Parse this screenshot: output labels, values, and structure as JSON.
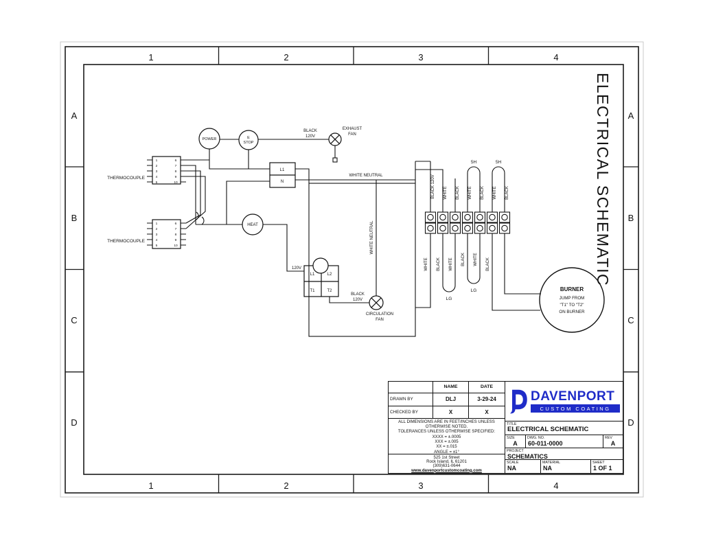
{
  "sheet": {
    "zone_cols": [
      "1",
      "2",
      "3",
      "4"
    ],
    "zone_rows": [
      "A",
      "B",
      "C",
      "D"
    ],
    "side_title": "ELECTRICAL SCHEMATIC"
  },
  "labels": {
    "power": "POWER",
    "estop1": "E",
    "estop2": "STOP",
    "exhaust1": "EXHAUST",
    "exhaust2": "FAN",
    "feed_black": "BLACK",
    "feed_120v": "120V",
    "thermocouple": "THERMOCOUPLE",
    "heat": "HEAT",
    "relay_l1": "L1",
    "relay_n": "N",
    "white_neutral": "WHITE NEUTRAL",
    "ctl_volt": "120V",
    "ctl_l1": "L1",
    "ctl_l2": "L2",
    "ctl_t1": "T1",
    "ctl_t2": "T2",
    "circ_black": "BLACK",
    "circ_120v": "120V",
    "circ1": "CIRCULATION",
    "circ2": "FAN",
    "burner_title": "BURNER",
    "burner_line1": "JUMP FROM",
    "burner_line2": "\"T1\" TO \"T2\"",
    "burner_line3": "ON BURNER",
    "h5": "5H",
    "lg": "LG",
    "wires_top": [
      "BLACK 120V",
      "WHITE",
      "BLACK",
      "WHITE",
      "BLACK",
      "WHITE",
      "BLACK"
    ],
    "wires_bottom": [
      "WHITE",
      "BLACK",
      "WHITE",
      "BLACK",
      "WHITE",
      "BLACK"
    ],
    "tc_pins_left": [
      "1",
      "2",
      "3",
      "4",
      "5"
    ],
    "tc_pins_right": [
      "6",
      "7",
      "8",
      "9",
      "10"
    ]
  },
  "titleblock": {
    "name_header": "NAME",
    "date_header": "DATE",
    "drawn_by_label": "DRAWN BY",
    "drawn_by_name": "DLJ",
    "drawn_by_date": "3-29-24",
    "checked_by_label": "CHECKED BY",
    "checked_by_name": "X",
    "checked_by_date": "X",
    "tolerance_lines": [
      "ALL DIMENSIONS ARE IN FEET/INCHES UNLESS",
      "OTHERWISE NOTED.",
      "TOLERANCES UNLESS OTHERWISE SPECIFIED:",
      "XXXX = ±.0005",
      "XXX = ±.005",
      "XX = ±.015",
      "ANGLE = ±1°"
    ],
    "address_lines": [
      "525 1st Street",
      "Rock Island, IL 61201",
      "(309)631-0644"
    ],
    "website": "www.davenportcustomcoating.com",
    "brand_name": "DAVENPORT",
    "brand_sub": "CUSTOM COATING",
    "brand_color": "#1f2cc8",
    "title_label": "TITLE",
    "title_value": "ELECTRICAL SCHEMATIC",
    "size_label": "SIZE",
    "size_value": "A",
    "dwg_label": "DWG. NO.",
    "dwg_value": "60-011-0000",
    "rev_label": "REV",
    "rev_value": "A",
    "project_label": "PROJECT",
    "project_value": "SCHEMATICS",
    "scale_label": "SCALE",
    "scale_value": "NA",
    "material_label": "MATERIAL",
    "material_value": "NA",
    "sheet_label": "SHEET",
    "sheet_value": "1 OF 1"
  }
}
